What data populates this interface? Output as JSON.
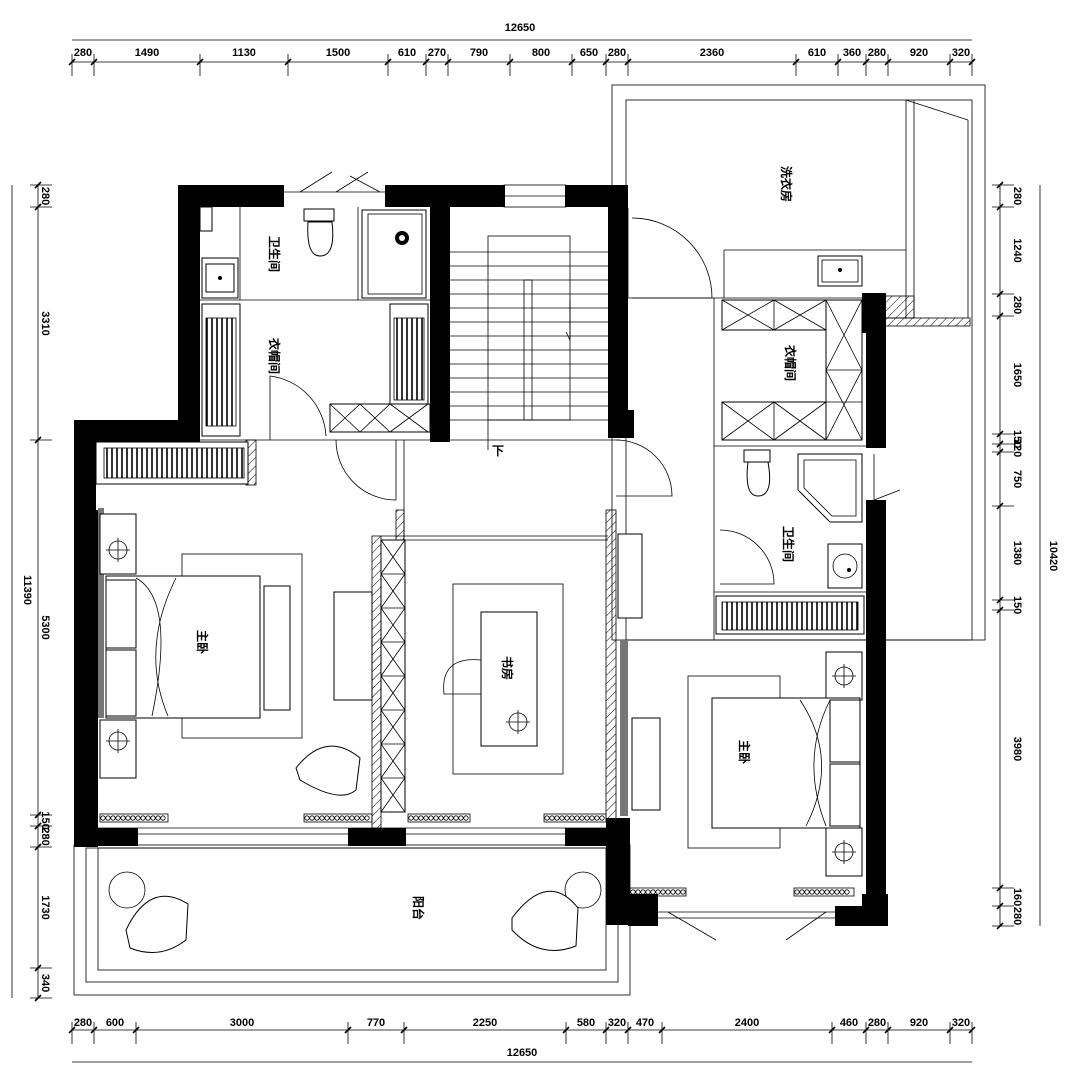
{
  "title": "",
  "dims": {
    "top_total": "12650",
    "top_segments": [
      "280",
      "1490",
      "1130",
      "1500",
      "610",
      "270",
      "790",
      "800",
      "650",
      "280",
      "2360",
      "610",
      "360",
      "280",
      "920",
      "320"
    ],
    "bottom_total": "12650",
    "bottom_segments": [
      "280",
      "600",
      "3000",
      "770",
      "2250",
      "580",
      "320",
      "470",
      "2400",
      "460",
      "280",
      "920",
      "320"
    ],
    "left_total": "11390",
    "left_segments": [
      "280",
      "3310",
      "5300",
      "150",
      "280",
      "1730",
      "340"
    ],
    "right_total": "10420",
    "right_segments": [
      "280",
      "1240",
      "280",
      "1650",
      "150",
      "120",
      "750",
      "1380",
      "150",
      "3980",
      "160",
      "280"
    ]
  },
  "rooms": {
    "bath1": "卫生间",
    "cloak1": "衣帽间",
    "master1": "主卧",
    "study": "书房",
    "balcony": "阳台",
    "laundry": "洗衣房",
    "cloak2": "衣帽间",
    "bath2": "卫生间",
    "master2": "主卧",
    "stair_down": "下"
  }
}
